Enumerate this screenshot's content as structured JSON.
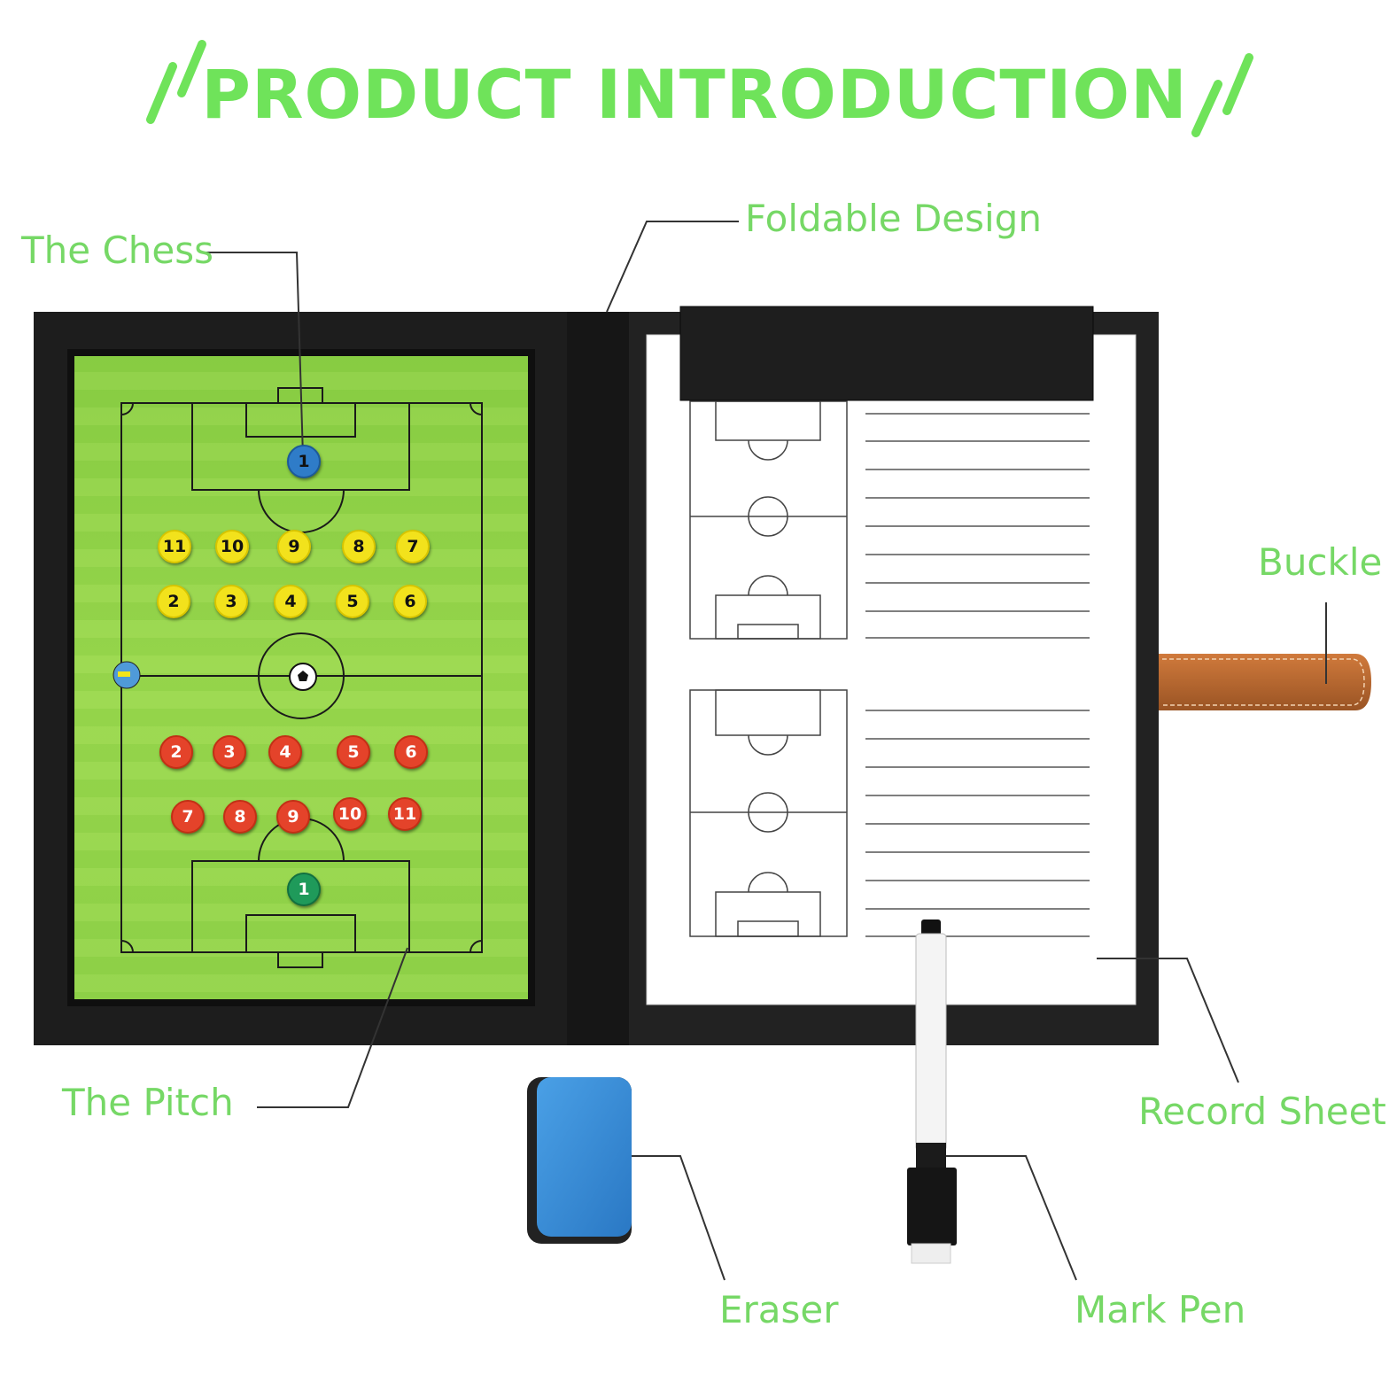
{
  "title": "PRODUCT INTRODUCTION",
  "colors": {
    "title_green": "#6fe35a",
    "label_green": "#76d866",
    "folder_black": "#1b1b1b",
    "pitch_green": "#8fd24a",
    "buckle_brown": "#b9662f",
    "eraser_blue": "#3d8fd8",
    "yellow_piece": "#f4e41a",
    "red_piece": "#e5452a"
  },
  "callouts": {
    "chess": "The Chess",
    "foldable": "Foldable Design",
    "buckle": "Buckle",
    "pitch": "The Pitch",
    "record_sheet": "Record Sheet",
    "eraser": "Eraser",
    "mark_pen": "Mark Pen"
  },
  "pieces": {
    "yellow_row1": [
      "11",
      "10",
      "9",
      "8",
      "7"
    ],
    "yellow_row2": [
      "2",
      "3",
      "4",
      "5",
      "6"
    ],
    "red_row1": [
      "2",
      "3",
      "4",
      "5",
      "6"
    ],
    "red_row2": [
      "7",
      "8",
      "9",
      "10",
      "11"
    ],
    "top_keeper": "1",
    "bottom_keeper": "1"
  }
}
